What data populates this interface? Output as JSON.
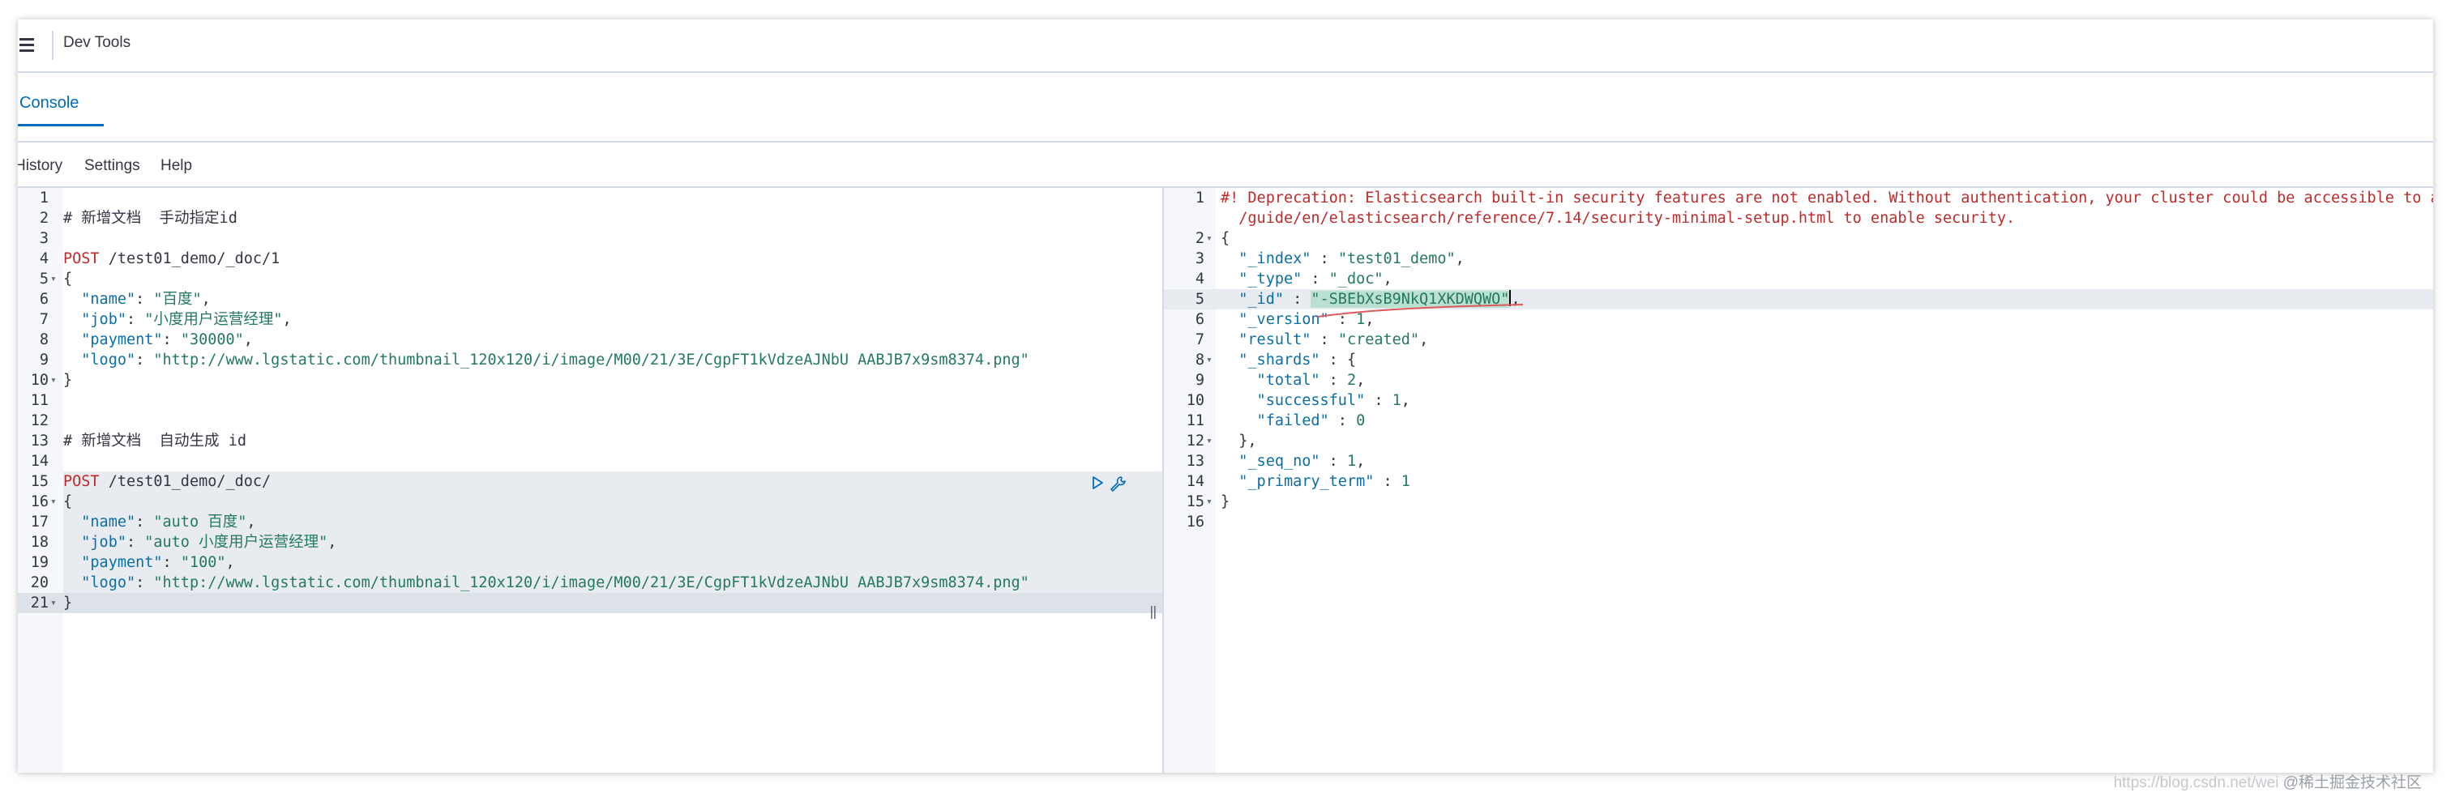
{
  "header": {
    "title": "Dev Tools"
  },
  "tabs": [
    {
      "label": "Console"
    }
  ],
  "toolbar": {
    "history": "History",
    "settings": "Settings",
    "help": "Help"
  },
  "request_editor": {
    "lines": [
      {
        "n": "1",
        "fold": "",
        "segments": []
      },
      {
        "n": "2",
        "fold": "",
        "segments": [
          {
            "t": "# 新增文档  手动指定id",
            "c": "comment"
          }
        ]
      },
      {
        "n": "3",
        "fold": "",
        "segments": []
      },
      {
        "n": "4",
        "fold": "",
        "segments": [
          {
            "t": "POST",
            "c": "kw"
          },
          {
            "t": " /test01_demo/_doc/1",
            "c": "url"
          }
        ]
      },
      {
        "n": "5",
        "fold": "▾",
        "segments": [
          {
            "t": "{",
            "c": "punc"
          }
        ]
      },
      {
        "n": "6",
        "fold": "",
        "segments": [
          {
            "t": "  \"name\"",
            "c": "key"
          },
          {
            "t": ": ",
            "c": "punc"
          },
          {
            "t": "\"百度\"",
            "c": "str"
          },
          {
            "t": ",",
            "c": "punc"
          }
        ]
      },
      {
        "n": "7",
        "fold": "",
        "segments": [
          {
            "t": "  \"job\"",
            "c": "key"
          },
          {
            "t": ": ",
            "c": "punc"
          },
          {
            "t": "\"小度用户运营经理\"",
            "c": "str"
          },
          {
            "t": ",",
            "c": "punc"
          }
        ]
      },
      {
        "n": "8",
        "fold": "",
        "segments": [
          {
            "t": "  \"payment\"",
            "c": "key"
          },
          {
            "t": ": ",
            "c": "punc"
          },
          {
            "t": "\"30000\"",
            "c": "str"
          },
          {
            "t": ",",
            "c": "punc"
          }
        ]
      },
      {
        "n": "9",
        "fold": "",
        "segments": [
          {
            "t": "  \"logo\"",
            "c": "key"
          },
          {
            "t": ": ",
            "c": "punc"
          },
          {
            "t": "\"http://www.lgstatic.com/thumbnail_120x120/i/image/M00/21/3E/CgpFT1kVdzeAJNbU AABJB7x9sm8374.png\"",
            "c": "str"
          }
        ]
      },
      {
        "n": "10",
        "fold": "▾",
        "segments": [
          {
            "t": "}",
            "c": "punc"
          }
        ]
      },
      {
        "n": "11",
        "fold": "",
        "segments": []
      },
      {
        "n": "12",
        "fold": "",
        "segments": []
      },
      {
        "n": "13",
        "fold": "",
        "segments": [
          {
            "t": "# 新增文档  自动生成 id",
            "c": "comment"
          }
        ]
      },
      {
        "n": "14",
        "fold": "",
        "segments": []
      },
      {
        "n": "15",
        "fold": "",
        "segments": [
          {
            "t": "POST",
            "c": "kw"
          },
          {
            "t": " /test01_demo/_doc/",
            "c": "url"
          }
        ]
      },
      {
        "n": "16",
        "fold": "▾",
        "segments": [
          {
            "t": "{",
            "c": "punc"
          }
        ]
      },
      {
        "n": "17",
        "fold": "",
        "segments": [
          {
            "t": "  \"name\"",
            "c": "key"
          },
          {
            "t": ": ",
            "c": "punc"
          },
          {
            "t": "\"auto 百度\"",
            "c": "str"
          },
          {
            "t": ",",
            "c": "punc"
          }
        ]
      },
      {
        "n": "18",
        "fold": "",
        "segments": [
          {
            "t": "  \"job\"",
            "c": "key"
          },
          {
            "t": ": ",
            "c": "punc"
          },
          {
            "t": "\"auto 小度用户运营经理\"",
            "c": "str"
          },
          {
            "t": ",",
            "c": "punc"
          }
        ]
      },
      {
        "n": "19",
        "fold": "",
        "segments": [
          {
            "t": "  \"payment\"",
            "c": "key"
          },
          {
            "t": ": ",
            "c": "punc"
          },
          {
            "t": "\"100\"",
            "c": "str"
          },
          {
            "t": ",",
            "c": "punc"
          }
        ]
      },
      {
        "n": "20",
        "fold": "",
        "segments": [
          {
            "t": "  \"logo\"",
            "c": "key"
          },
          {
            "t": ": ",
            "c": "punc"
          },
          {
            "t": "\"http://www.lgstatic.com/thumbnail_120x120/i/image/M00/21/3E/CgpFT1kVdzeAJNbU AABJB7x9sm8374.png\"",
            "c": "str"
          }
        ]
      },
      {
        "n": "21",
        "fold": "▾",
        "segments": [
          {
            "t": "}",
            "c": "punc"
          }
        ]
      }
    ]
  },
  "response_editor": {
    "lines": [
      {
        "n": "1",
        "fold": "",
        "segments": [
          {
            "t": "#! Deprecation: Elasticsearch built-in security features are not enabled. Without authentication, your cluster could be accessible to any",
            "c": "dep"
          }
        ]
      },
      {
        "n": "",
        "fold": "",
        "segments": [
          {
            "t": "  /guide/en/elasticsearch/reference/7.14/security-minimal-setup.html to enable security.",
            "c": "dep"
          }
        ]
      },
      {
        "n": "2",
        "fold": "▾",
        "segments": [
          {
            "t": "{",
            "c": "punc"
          }
        ]
      },
      {
        "n": "3",
        "fold": "",
        "segments": [
          {
            "t": "  \"_index\"",
            "c": "key"
          },
          {
            "t": " : ",
            "c": "punc"
          },
          {
            "t": "\"test01_demo\"",
            "c": "str"
          },
          {
            "t": ",",
            "c": "punc"
          }
        ]
      },
      {
        "n": "4",
        "fold": "",
        "segments": [
          {
            "t": "  \"_type\"",
            "c": "key"
          },
          {
            "t": " : ",
            "c": "punc"
          },
          {
            "t": "\"_doc\"",
            "c": "str"
          },
          {
            "t": ",",
            "c": "punc"
          }
        ]
      },
      {
        "n": "5",
        "fold": "",
        "segments": [
          {
            "t": "  \"_id\"",
            "c": "key"
          },
          {
            "t": " : ",
            "c": "punc"
          },
          {
            "t": "\"-SBEbXsB9NkQ1XKDWQWO\"",
            "c": "str sel"
          },
          {
            "t": ",",
            "c": "punc"
          }
        ]
      },
      {
        "n": "6",
        "fold": "",
        "segments": [
          {
            "t": "  \"_version\"",
            "c": "key"
          },
          {
            "t": " : ",
            "c": "punc"
          },
          {
            "t": "1",
            "c": "num"
          },
          {
            "t": ",",
            "c": "punc"
          }
        ]
      },
      {
        "n": "7",
        "fold": "",
        "segments": [
          {
            "t": "  \"result\"",
            "c": "key"
          },
          {
            "t": " : ",
            "c": "punc"
          },
          {
            "t": "\"created\"",
            "c": "str"
          },
          {
            "t": ",",
            "c": "punc"
          }
        ]
      },
      {
        "n": "8",
        "fold": "▾",
        "segments": [
          {
            "t": "  \"_shards\"",
            "c": "key"
          },
          {
            "t": " : {",
            "c": "punc"
          }
        ]
      },
      {
        "n": "9",
        "fold": "",
        "segments": [
          {
            "t": "    \"total\"",
            "c": "key"
          },
          {
            "t": " : ",
            "c": "punc"
          },
          {
            "t": "2",
            "c": "num"
          },
          {
            "t": ",",
            "c": "punc"
          }
        ]
      },
      {
        "n": "10",
        "fold": "",
        "segments": [
          {
            "t": "    \"successful\"",
            "c": "key"
          },
          {
            "t": " : ",
            "c": "punc"
          },
          {
            "t": "1",
            "c": "num"
          },
          {
            "t": ",",
            "c": "punc"
          }
        ]
      },
      {
        "n": "11",
        "fold": "",
        "segments": [
          {
            "t": "    \"failed\"",
            "c": "key"
          },
          {
            "t": " : ",
            "c": "punc"
          },
          {
            "t": "0",
            "c": "num"
          }
        ]
      },
      {
        "n": "12",
        "fold": "▾",
        "segments": [
          {
            "t": "  },",
            "c": "punc"
          }
        ]
      },
      {
        "n": "13",
        "fold": "",
        "segments": [
          {
            "t": "  \"_seq_no\"",
            "c": "key"
          },
          {
            "t": " : ",
            "c": "punc"
          },
          {
            "t": "1",
            "c": "num"
          },
          {
            "t": ",",
            "c": "punc"
          }
        ]
      },
      {
        "n": "14",
        "fold": "",
        "segments": [
          {
            "t": "  \"_primary_term\"",
            "c": "key"
          },
          {
            "t": " : ",
            "c": "punc"
          },
          {
            "t": "1",
            "c": "num"
          }
        ]
      },
      {
        "n": "15",
        "fold": "▾",
        "segments": [
          {
            "t": "}",
            "c": "punc"
          }
        ]
      },
      {
        "n": "16",
        "fold": "",
        "segments": []
      }
    ]
  },
  "watermark": {
    "text": "https://blog.csdn.net/wei",
    "brand": "@稀土掘金技术社区"
  },
  "colors": {
    "accent": "#006bb8",
    "keyword": "#c02a2a",
    "key": "#0a6ea8",
    "string": "#247a5c",
    "border": "#d3dae6"
  },
  "icons": [
    "menu-icon",
    "play-icon",
    "wrench-icon",
    "resize-handle-icon"
  ]
}
